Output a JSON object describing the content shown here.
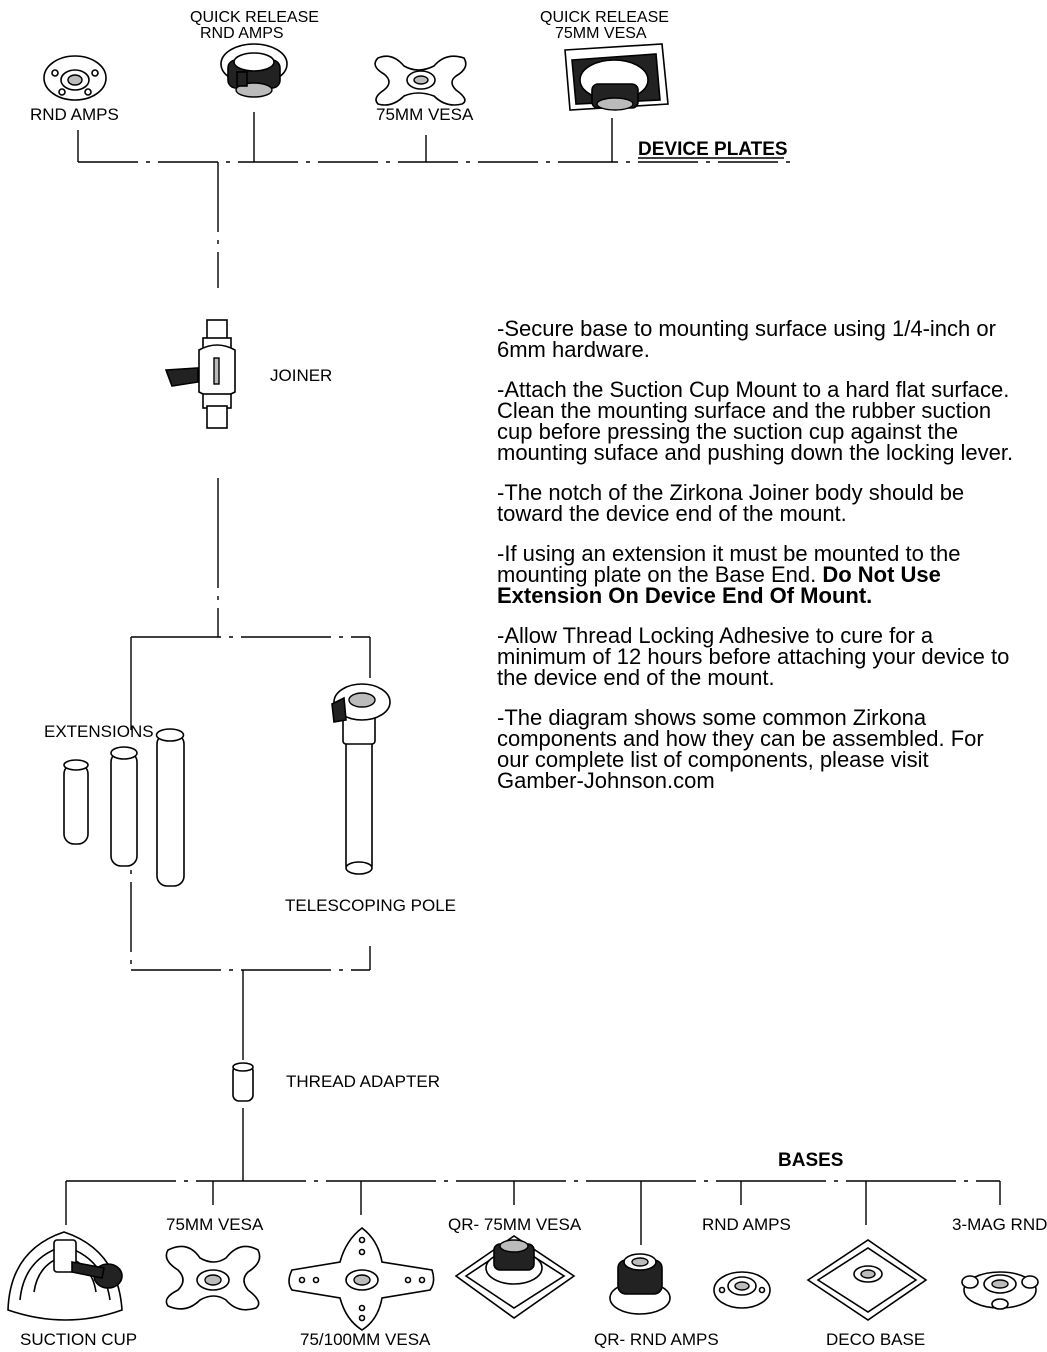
{
  "device_plates": {
    "heading": "DEVICE PLATES",
    "items": [
      {
        "label_lines": [
          "RND AMPS"
        ],
        "icon": "round-amps-plate-icon"
      },
      {
        "label_lines": [
          "QUICK RELEASE",
          "RND AMPS"
        ],
        "icon": "quick-release-round-amps-icon"
      },
      {
        "label_lines": [
          "75MM VESA"
        ],
        "icon": "vesa-75mm-plate-icon"
      },
      {
        "label_lines": [
          "QUICK RELEASE",
          "75MM VESA"
        ],
        "icon": "quick-release-vesa-75mm-icon"
      }
    ]
  },
  "joiner": {
    "label": "JOINER",
    "icon": "joiner-icon"
  },
  "extensions": {
    "label": "EXTENSIONS",
    "icon": "extension-tubes-icon"
  },
  "telescoping_pole": {
    "label": "TELESCOPING POLE",
    "icon": "telescoping-pole-icon"
  },
  "thread_adapter": {
    "label": "THREAD ADAPTER",
    "icon": "thread-adapter-icon"
  },
  "bases": {
    "heading": "BASES",
    "items": [
      {
        "label": "SUCTION CUP",
        "icon": "suction-cup-base-icon"
      },
      {
        "label": "75MM VESA",
        "icon": "vesa-75mm-base-icon"
      },
      {
        "label": "75/100MM VESA",
        "icon": "vesa-75-100mm-base-icon"
      },
      {
        "label": "QR- 75MM VESA",
        "icon": "qr-vesa-75mm-base-icon"
      },
      {
        "label": "QR- RND AMPS",
        "icon": "qr-round-amps-base-icon"
      },
      {
        "label": "RND AMPS",
        "icon": "round-amps-base-icon"
      },
      {
        "label": "DECO BASE",
        "icon": "deco-base-icon"
      },
      {
        "label": "3-MAG RND",
        "icon": "three-mag-round-base-icon"
      }
    ]
  },
  "instructions": [
    {
      "text": "-Secure base to mounting surface using 1/4-inch or 6mm hardware.",
      "bold": ""
    },
    {
      "text": "-Attach the Suction Cup Mount to a hard flat surface.  Clean the mounting surface and the rubber suction cup before pressing the suction cup against the mounting suface and pushing down the locking lever.",
      "bold": ""
    },
    {
      "text": "-The notch of the Zirkona Joiner body should be toward the device end of the mount.",
      "bold": ""
    },
    {
      "text": "-If using an extension it must be mounted to the mounting plate on the Base End.  ",
      "bold": "Do Not Use Extension On Device End Of Mount."
    },
    {
      "text": "-Allow Thread Locking Adhesive to cure for a minimum of 12 hours before attaching your device to the device end of the mount.",
      "bold": ""
    },
    {
      "text": "-The diagram shows some common Zirkona components and how they can be assembled.  For our complete list of components, please visit Gamber-Johnson.com",
      "bold": ""
    }
  ]
}
